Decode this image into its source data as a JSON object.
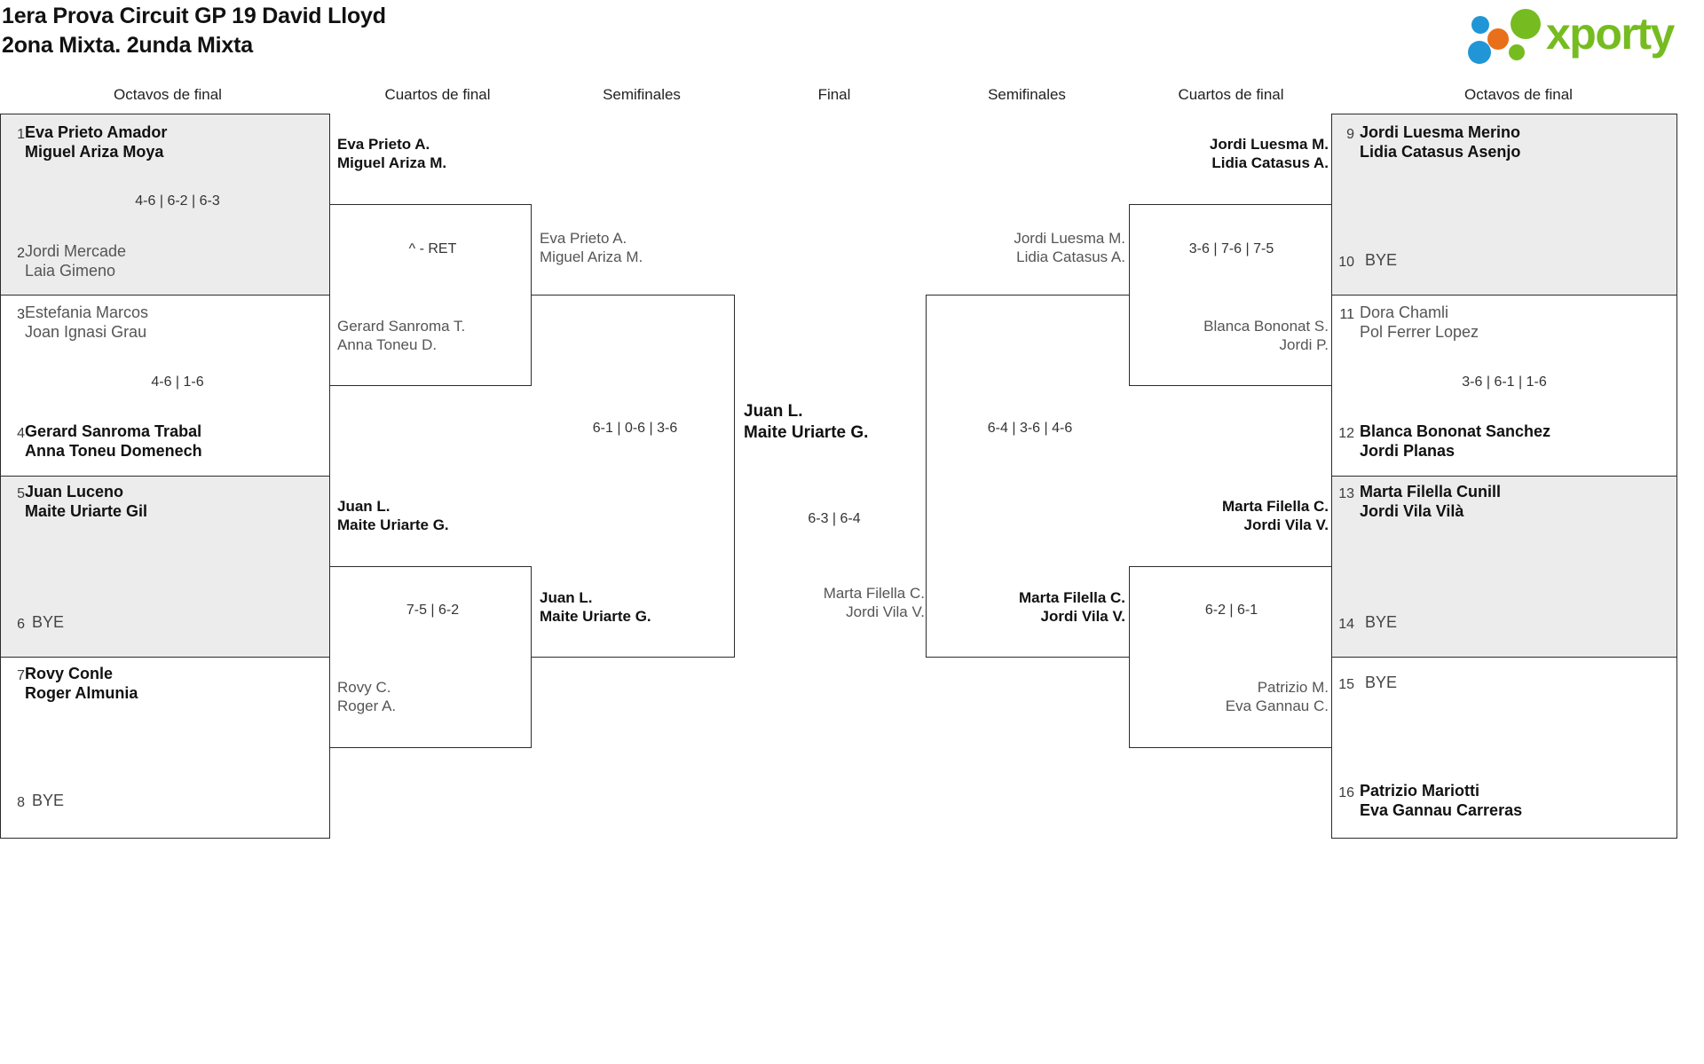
{
  "header": {
    "title_line1": "1era Prova Circuit GP 19 David Lloyd",
    "title_line2": "2ona Mixta. 2unda Mixta",
    "logo_text": "xporty",
    "logo_colors": {
      "green": "#76bc21",
      "blue": "#2196d6",
      "orange": "#e8701a"
    }
  },
  "round_headings": {
    "r1_left": "Octavos de final",
    "r2_left": "Cuartos de final",
    "r3_left": "Semifinales",
    "final": "Final",
    "r3_right": "Semifinales",
    "r2_right": "Cuartos de final",
    "r1_right": "Octavos de final"
  },
  "labels": {
    "bye": "BYE"
  },
  "left": {
    "octavos": [
      {
        "seed": "1",
        "p1": "Eva Prieto Amador",
        "p2": "Miguel Ariza Moya",
        "winner": true,
        "bye": false
      },
      {
        "seed": "2",
        "p1": "Jordi Mercade",
        "p2": "Laia Gimeno",
        "winner": false,
        "bye": false
      },
      {
        "seed": "3",
        "p1": "Estefania Marcos",
        "p2": "Joan Ignasi Grau",
        "winner": false,
        "bye": false
      },
      {
        "seed": "4",
        "p1": "Gerard Sanroma Trabal",
        "p2": "Anna Toneu Domenech",
        "winner": true,
        "bye": false
      },
      {
        "seed": "5",
        "p1": "Juan Luceno",
        "p2": "Maite Uriarte Gil",
        "winner": true,
        "bye": false
      },
      {
        "seed": "6",
        "p1": "BYE",
        "p2": "",
        "winner": false,
        "bye": true
      },
      {
        "seed": "7",
        "p1": "Rovy Conle",
        "p2": "Roger Almunia",
        "winner": true,
        "bye": false
      },
      {
        "seed": "8",
        "p1": "BYE",
        "p2": "",
        "winner": false,
        "bye": true
      }
    ],
    "octavos_scores": [
      "4-6 | 6-2 | 6-3",
      "4-6 | 1-6",
      "",
      ""
    ],
    "cuartos": [
      {
        "p1": "Eva Prieto A.",
        "p2": "Miguel Ariza M.",
        "winner": true
      },
      {
        "p1": "Gerard Sanroma T.",
        "p2": "Anna Toneu D.",
        "winner": false
      },
      {
        "p1": "Juan L.",
        "p2": "Maite Uriarte G.",
        "winner": true
      },
      {
        "p1": "Rovy C.",
        "p2": "Roger A.",
        "winner": false
      }
    ],
    "cuartos_scores": [
      "^ - RET",
      "7-5 | 6-2"
    ],
    "semis": [
      {
        "p1": "Eva Prieto A.",
        "p2": "Miguel Ariza M.",
        "winner": false
      },
      {
        "p1": "Juan L.",
        "p2": "Maite Uriarte G.",
        "winner": true
      }
    ],
    "semis_score": "6-1 | 0-6 | 3-6"
  },
  "final": {
    "champion": {
      "p1": "Juan L.",
      "p2": "Maite Uriarte G."
    },
    "score": "6-3 | 6-4",
    "runner_up": {
      "p1": "Marta Filella C.",
      "p2": "Jordi Vila V."
    }
  },
  "right": {
    "semis": [
      {
        "p1": "Jordi Luesma M.",
        "p2": "Lidia Catasus A.",
        "winner": false
      },
      {
        "p1": "Marta Filella C.",
        "p2": "Jordi Vila V.",
        "winner": true
      }
    ],
    "semis_score": "6-4 | 3-6 | 4-6",
    "cuartos": [
      {
        "p1": "Jordi Luesma M.",
        "p2": "Lidia Catasus A.",
        "winner": true
      },
      {
        "p1": "Blanca Bononat S.",
        "p2": "Jordi P.",
        "winner": false
      },
      {
        "p1": "Marta Filella C.",
        "p2": "Jordi Vila V.",
        "winner": true
      },
      {
        "p1": "Patrizio M.",
        "p2": "Eva Gannau C.",
        "winner": false
      }
    ],
    "cuartos_scores": [
      "3-6 | 7-6 | 7-5",
      "6-2 | 6-1"
    ],
    "octavos": [
      {
        "seed": "9",
        "p1": "Jordi Luesma Merino",
        "p2": "Lidia Catasus Asenjo",
        "winner": true,
        "bye": false
      },
      {
        "seed": "10",
        "p1": "BYE",
        "p2": "",
        "winner": false,
        "bye": true
      },
      {
        "seed": "11",
        "p1": "Dora Chamli",
        "p2": "Pol Ferrer Lopez",
        "winner": false,
        "bye": false
      },
      {
        "seed": "12",
        "p1": "Blanca Bononat Sanchez",
        "p2": "Jordi Planas",
        "winner": true,
        "bye": false
      },
      {
        "seed": "13",
        "p1": "Marta Filella Cunill",
        "p2": "Jordi Vila Vilà",
        "winner": true,
        "bye": false
      },
      {
        "seed": "14",
        "p1": "BYE",
        "p2": "",
        "winner": false,
        "bye": true
      },
      {
        "seed": "15",
        "p1": "BYE",
        "p2": "",
        "winner": false,
        "bye": true
      },
      {
        "seed": "16",
        "p1": "Patrizio Mariotti",
        "p2": "Eva Gannau Carreras",
        "winner": true,
        "bye": false
      }
    ],
    "octavos_scores": [
      "",
      "3-6 | 6-1 | 1-6",
      "",
      ""
    ]
  }
}
